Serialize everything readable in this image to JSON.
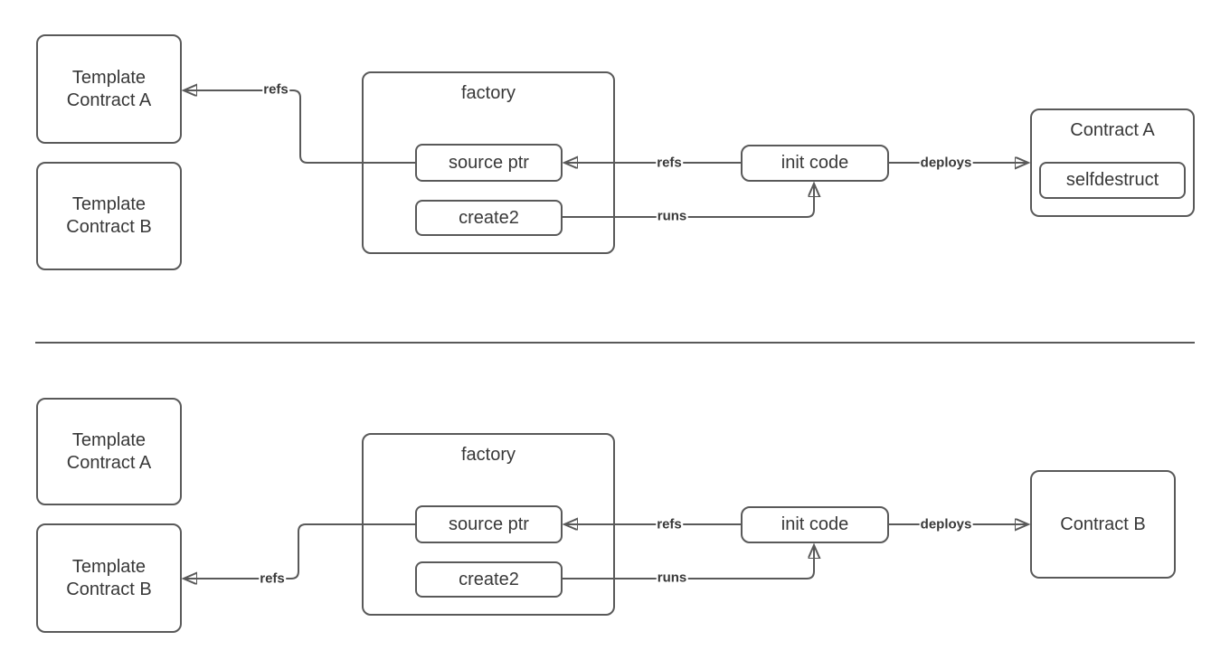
{
  "colors": {
    "stroke": "#595959",
    "text": "#383838",
    "background": "#ffffff"
  },
  "diagrams": {
    "top": {
      "template_contract_a": {
        "line1": "Template",
        "line2": "Contract A"
      },
      "template_contract_b": {
        "line1": "Template",
        "line2": "Contract B"
      },
      "factory": {
        "label": "factory",
        "source_ptr_label": "source ptr",
        "create2_label": "create2"
      },
      "init_code_label": "init code",
      "deployed_contract": {
        "label": "Contract A",
        "selfdestruct_label": "selfdestruct"
      },
      "edge_labels": {
        "refs_to_template": "refs",
        "refs_to_source_ptr": "refs",
        "runs": "runs",
        "deploys": "deploys"
      }
    },
    "bottom": {
      "template_contract_a": {
        "line1": "Template",
        "line2": "Contract A"
      },
      "template_contract_b": {
        "line1": "Template",
        "line2": "Contract B"
      },
      "factory": {
        "label": "factory",
        "source_ptr_label": "source ptr",
        "create2_label": "create2"
      },
      "init_code_label": "init code",
      "deployed_contract": {
        "label": "Contract B"
      },
      "edge_labels": {
        "refs_to_template": "refs",
        "refs_to_source_ptr": "refs",
        "runs": "runs",
        "deploys": "deploys"
      }
    }
  }
}
